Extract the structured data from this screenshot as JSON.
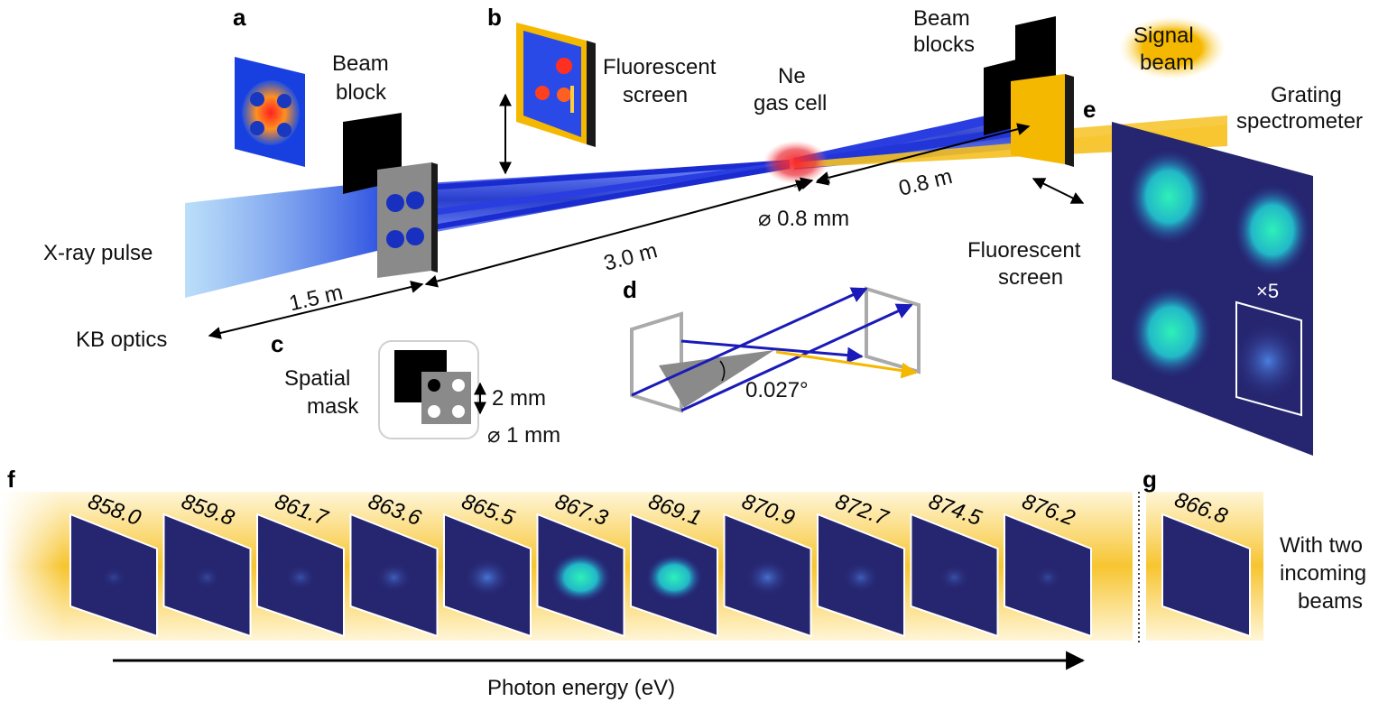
{
  "panels": {
    "a": "a",
    "b": "b",
    "c": "c",
    "d": "d",
    "e": "e",
    "f": "f",
    "g": "g"
  },
  "labels": {
    "beam_block_1": "Beam",
    "beam_block_2": "block",
    "fluor_b_1": "Fluorescent",
    "fluor_b_2": "screen",
    "ne_1": "Ne",
    "ne_2": "gas cell",
    "blocks_1": "Beam",
    "blocks_2": "blocks",
    "signal_1": "Signal",
    "signal_2": "beam",
    "grating_1": "Grating",
    "grating_2": "spectrometer",
    "fluor_e_1": "Fluorescent",
    "fluor_e_2": "screen",
    "xray": "X-ray pulse",
    "kb": "KB optics",
    "dist_15": "1.5 m",
    "dist_30": "3.0 m",
    "dist_08": "0.8 m",
    "diam_08": "⌀ 0.8 mm",
    "mask_1": "Spatial",
    "mask_2": "mask",
    "mm2": "2 mm",
    "mm1": "⌀ 1 mm",
    "angle": "0.027°",
    "x5": "×5",
    "axis": "Photon energy (eV)",
    "two_1": "With two",
    "two_2": "incoming",
    "two_3": "beams"
  },
  "energies_f": [
    "858.0",
    "859.8",
    "861.7",
    "863.6",
    "865.5",
    "867.3",
    "869.1",
    "870.9",
    "872.7",
    "874.5",
    "876.2"
  ],
  "intensity_f": [
    0.05,
    0.1,
    0.2,
    0.35,
    0.6,
    0.95,
    0.85,
    0.55,
    0.35,
    0.2,
    0.1
  ],
  "energy_g": "866.8",
  "colors": {
    "beam_blue": "#1f2fd8",
    "signal_yellow": "#f5b800",
    "screen_bg": "#2a2a7a",
    "spot": "#29e0b0",
    "arrow": "#000000"
  }
}
